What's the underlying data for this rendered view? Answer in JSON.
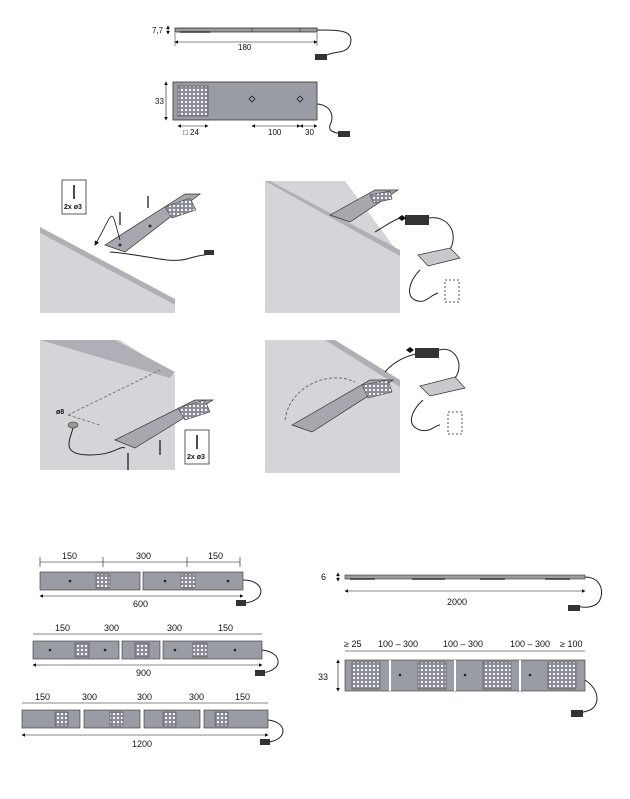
{
  "top_side": {
    "height": "7,7",
    "length": "180"
  },
  "top_front": {
    "height": "33",
    "led": "□ 24",
    "spacing": "100",
    "edge": "30"
  },
  "screw_label": "2x ø3",
  "hole_label": "ø8",
  "combo_600": {
    "left": "150",
    "mid": "300",
    "right": "150",
    "total": "600"
  },
  "combo_900": {
    "d1": "150",
    "d2": "300",
    "d3": "300",
    "d4": "150",
    "total": "900"
  },
  "combo_1200": {
    "d1": "150",
    "d2": "300",
    "d3": "300",
    "d4": "300",
    "d5": "150",
    "total": "1200"
  },
  "strip_side": {
    "height": "6",
    "length": "2000"
  },
  "strip_front": {
    "height": "33",
    "d1": "≥ 25",
    "d2": "100 – 300",
    "d3": "100 – 300",
    "d4": "100 – 300",
    "d5": "≥ 100"
  }
}
